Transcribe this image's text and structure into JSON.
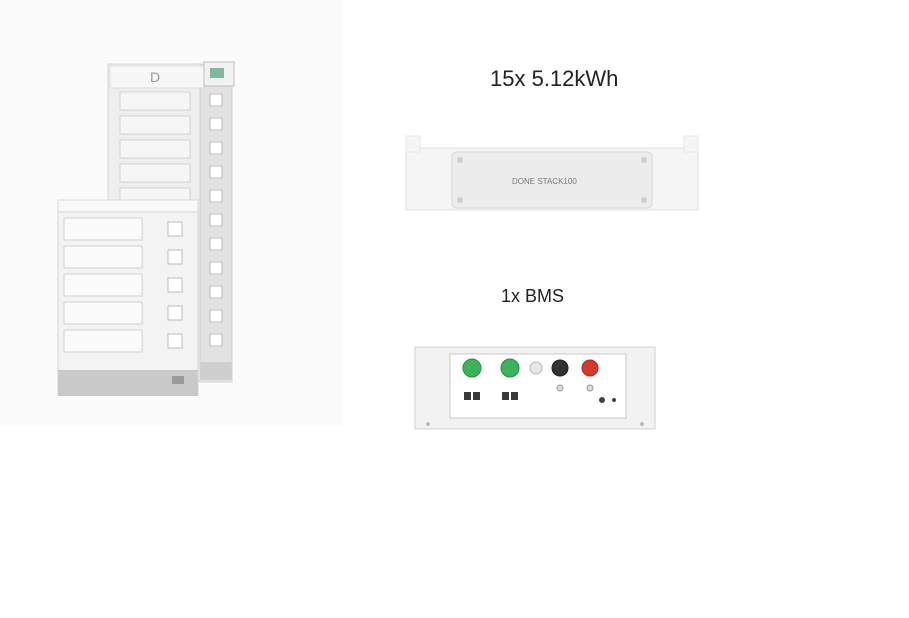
{
  "labels": {
    "modules_count": "15x 5.12kWh",
    "bms_count": "1x BMS"
  },
  "module_brand_text": "DONE STACK100",
  "colors": {
    "module_white": "#f2f2f2",
    "module_edge": "#cfcfcf",
    "base_gray": "#c9c9c9",
    "connector_green": "#3cb35a",
    "connector_red": "#d33a2c",
    "connector_black": "#333333"
  }
}
